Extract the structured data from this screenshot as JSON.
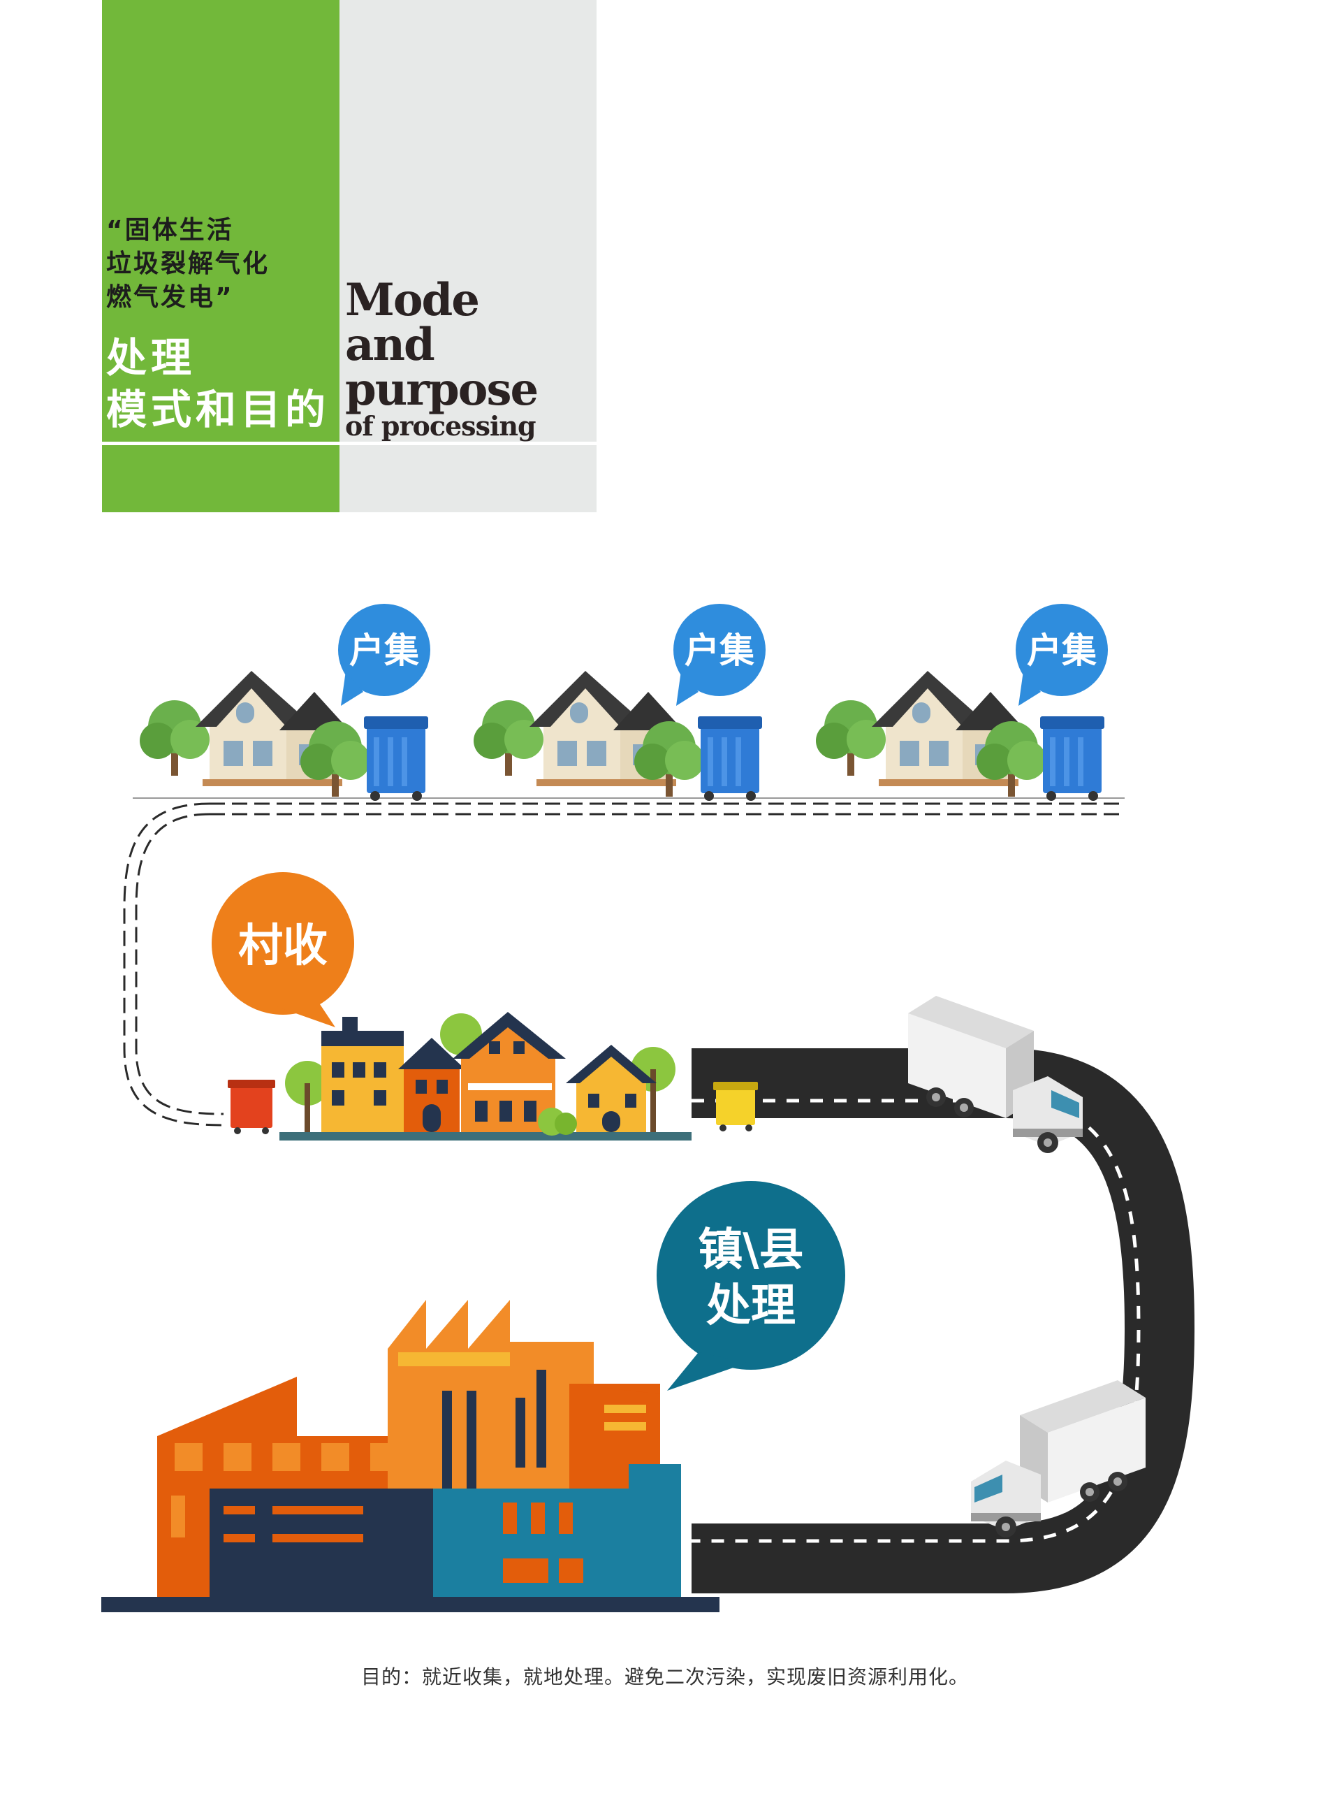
{
  "header": {
    "subtitle_lines": [
      "“固体生活",
      "垃圾裂解气化",
      "燃气发电”"
    ],
    "title_cn_lines": [
      "处理",
      "模式和目的"
    ],
    "title_en_lines": [
      "Mode",
      "and",
      "purpose"
    ],
    "title_en_small": "of processing"
  },
  "stages": {
    "household": "户集",
    "village": "村收",
    "town_line1": "镇\\县",
    "town_line2": "处理"
  },
  "footer": {
    "purpose": "目的：就近收集，就地处理。避免二次污染，实现废旧资源利用化。"
  },
  "colors": {
    "header_green": "#72b83a",
    "header_grey": "#e7e9e8",
    "household_blue": "#2f8ddd",
    "village_orange": "#ee7f1a",
    "town_teal": "#0e6f8c",
    "road": "#2a2a2a",
    "factory_orange": "#e35d0b"
  },
  "icons": [
    "house-icon",
    "tree-icon",
    "trash-bin-icon",
    "village-buildings-icon",
    "truck-icon",
    "factory-icon",
    "speech-bubble-icon"
  ]
}
